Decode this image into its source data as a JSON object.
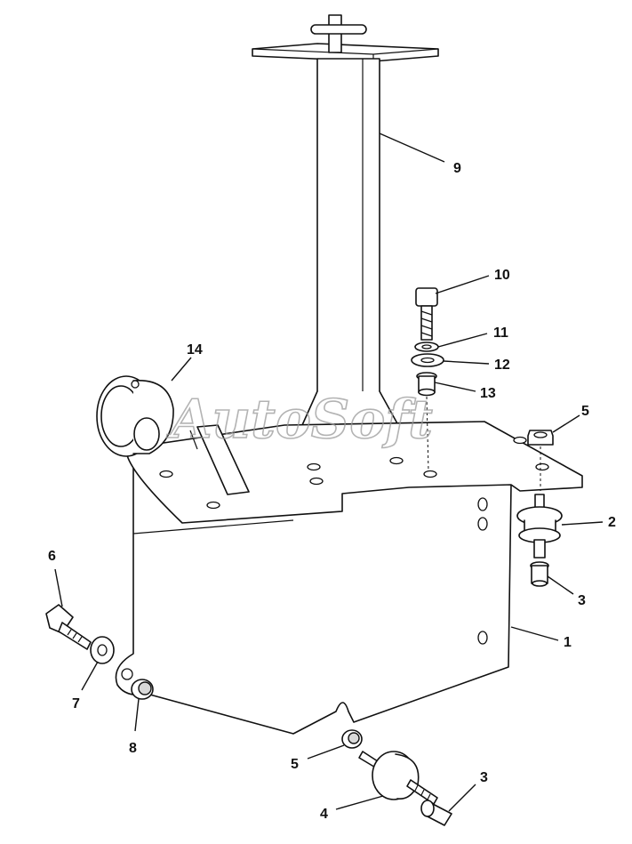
{
  "watermark": "AutoSoft",
  "callouts": {
    "c1": "1",
    "c2": "2",
    "c3a": "3",
    "c3b": "3",
    "c4": "4",
    "c5a": "5",
    "c5b": "5",
    "c6": "6",
    "c7": "7",
    "c8": "8",
    "c9": "9",
    "c10": "10",
    "c11": "11",
    "c12": "12",
    "c13": "13",
    "c14": "14"
  },
  "colors": {
    "line": "#111111",
    "watermark": "#9a9a9a",
    "background": "#ffffff"
  }
}
